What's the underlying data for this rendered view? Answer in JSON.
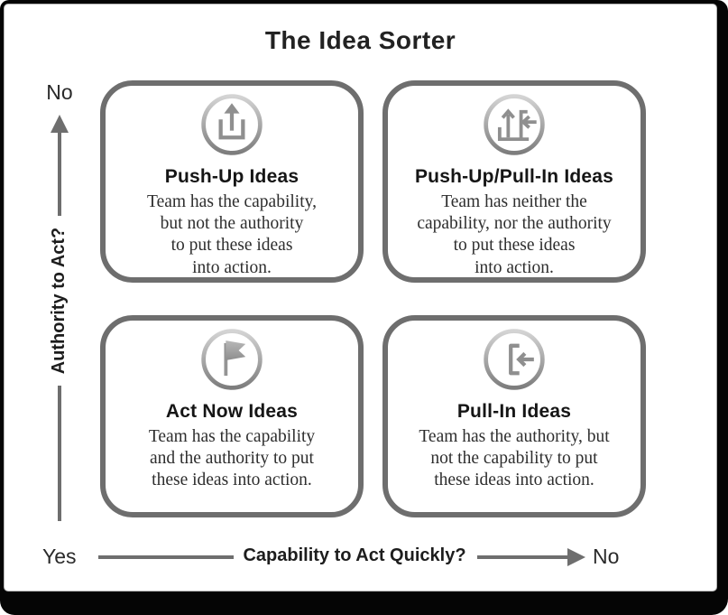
{
  "title": "The Idea Sorter",
  "y_axis": {
    "top_label": "No",
    "label": "Authority to Act?"
  },
  "x_axis": {
    "left_label": "Yes",
    "label": "Capability to Act Quickly?",
    "right_label": "No"
  },
  "quadrants": [
    {
      "icon": "push-up-icon",
      "heading": "Push-Up Ideas",
      "body": "Team has the capability,\nbut not the authority\nto put these ideas\ninto action."
    },
    {
      "icon": "push-up-pull-in-icon",
      "heading": "Push-Up/Pull-In Ideas",
      "body": "Team has neither the\ncapability, nor the authority\nto put these ideas\ninto action."
    },
    {
      "icon": "flag-icon",
      "heading": "Act Now Ideas",
      "body": "Team has the capability\nand the authority to put\nthese ideas into action."
    },
    {
      "icon": "pull-in-icon",
      "heading": "Pull-In Ideas",
      "body": "Team has the authority, but\nnot the capability to put\nthese ideas into action."
    }
  ],
  "colors": {
    "frame": "#050505",
    "quadrant_border": "#6e6e6e",
    "axis_line": "#6e6e6e",
    "heading_text": "#151515",
    "body_text": "#2e2e2e",
    "icon_stroke": "#8f8f8f"
  }
}
